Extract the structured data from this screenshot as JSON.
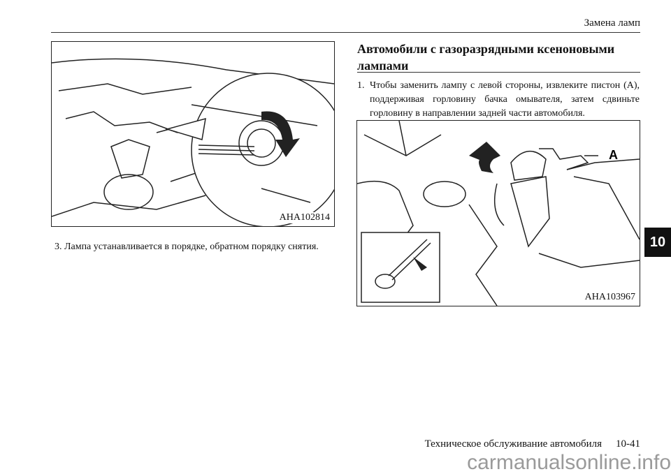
{
  "header": {
    "title": "Замена ламп"
  },
  "figure_left": {
    "code": "AHA102814"
  },
  "figure_right": {
    "code": "AHA103967",
    "callout": "A"
  },
  "section": {
    "title": "Автомобили с газоразрядными ксеноновыми лампами"
  },
  "steps": [
    {
      "num": "1.",
      "text": "Чтобы заменить лампу с левой стороны, извлеките пистон (A), поддерживая горловину бачка омывателя, затем сдвиньте горловину в направлении задней части автомобиля."
    },
    {
      "num": "3.",
      "text": "Лампа устанавливается в порядке, обратном порядку снятия."
    }
  ],
  "chapter_tab": "10",
  "footer": {
    "title": "Техническое обслуживание автомобиля",
    "page": "10-41"
  },
  "watermark": "carmanualsonline.info"
}
